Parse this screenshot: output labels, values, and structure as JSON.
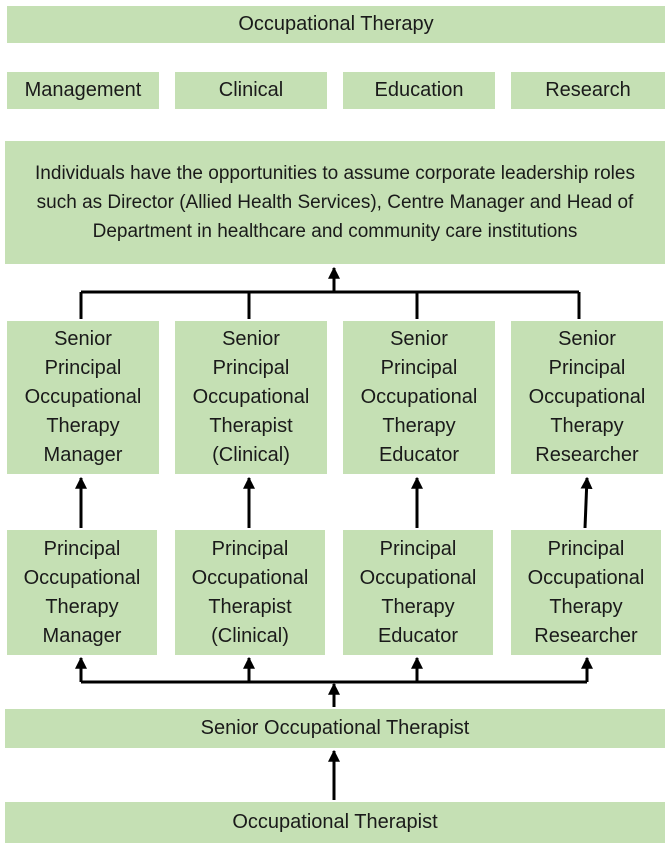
{
  "header": {
    "title": "Occupational Therapy"
  },
  "tracks": [
    "Management",
    "Clinical",
    "Education",
    "Research"
  ],
  "leadership": "Individuals have the opportunities to assume corporate leadership roles such as Director (Allied Health Services), Centre Manager and Head of Department in healthcare and community care institutions",
  "senior_principal": [
    [
      "Senior",
      "Principal",
      "Occupational",
      "Therapy",
      "Manager"
    ],
    [
      "Senior",
      "Principal",
      "Occupational",
      "Therapist",
      "(Clinical)"
    ],
    [
      "Senior",
      "Principal",
      "Occupational",
      "Therapy",
      "Educator"
    ],
    [
      "Senior",
      "Principal",
      "Occupational",
      "Therapy",
      "Researcher"
    ]
  ],
  "principal": [
    [
      "Principal",
      "Occupational",
      "Therapy",
      "Manager"
    ],
    [
      "Principal",
      "Occupational",
      "Therapist",
      "(Clinical)"
    ],
    [
      "Principal",
      "Occupational",
      "Therapy",
      "Educator"
    ],
    [
      "Principal",
      "Occupational",
      "Therapy",
      "Researcher"
    ]
  ],
  "senior_ot": "Senior Occupational Therapist",
  "ot": "Occupational Therapist",
  "colors": {
    "box_fill": "#c5e0b4",
    "connector": "#000000",
    "text": "#1a1a1a"
  }
}
